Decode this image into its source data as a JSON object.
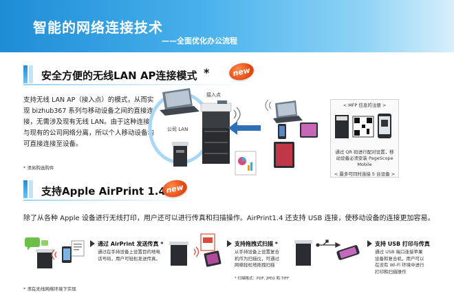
{
  "header": {
    "title": "智能的网络连接技术",
    "subtitle": "——全面优化办公流程"
  },
  "section1": {
    "title": "安全方便的无线LAN AP连接模式",
    "star": "*",
    "badge": "new",
    "paragraph": "支持无线 LAN AP（接入点）的模式，从而实现 bizhub367 系列与移动设备之间的直接连接，无需涉及现有无线 LAN。由于这种连接与现有的公司网络分离，所以个人移动设备均可直接连接至设备。",
    "footnote": "* 须另购选购件",
    "diagram": {
      "ap_label": "接入点",
      "lan_label": "公司 LAN",
      "qr_title": "< MFP 信息的注册 >",
      "qr_text": "通过 QR 码进行配对设置，移动设备必须安装 PageScope Mobile",
      "qr_bottom": "< 最多可同时连接 5 台设备 >"
    }
  },
  "section2": {
    "title": "支持Apple AirPrint 1.4",
    "badge": "new",
    "description": "除了从各种 Apple 设备进行无线打印，用户还可以进行传真和扫描操作。AirPrint1.4 还支持 USB 连接，使移动设备的连接更加容易。",
    "features": [
      {
        "title": "通过 AirPrint 发送传真 *",
        "text": "通过在手持设备上设置目的地电话号码，用户可轻松发送传真。"
      },
      {
        "title": "支持拖拽式扫描 *",
        "text": "从手持设备上设置复合机作为扫描仪，可通过网络轻松地拖拽扫描",
        "note": "* 扫描格式：PDF, JPEG 和 TIFF"
      },
      {
        "title": "支持 USB 打印与传真",
        "text": "通过 USB 端口连接苹果设备和复合机，用户可以在没有 Wi-Fi 环境中进行打印和扫描操作"
      }
    ],
    "footnote": "* 须在无线网络环境下实现"
  },
  "colors": {
    "header_start": "#1e8cd6",
    "accent": "#e4450f",
    "lan_ring": "#a9d8f5",
    "arrow": "#2e6fb5"
  }
}
